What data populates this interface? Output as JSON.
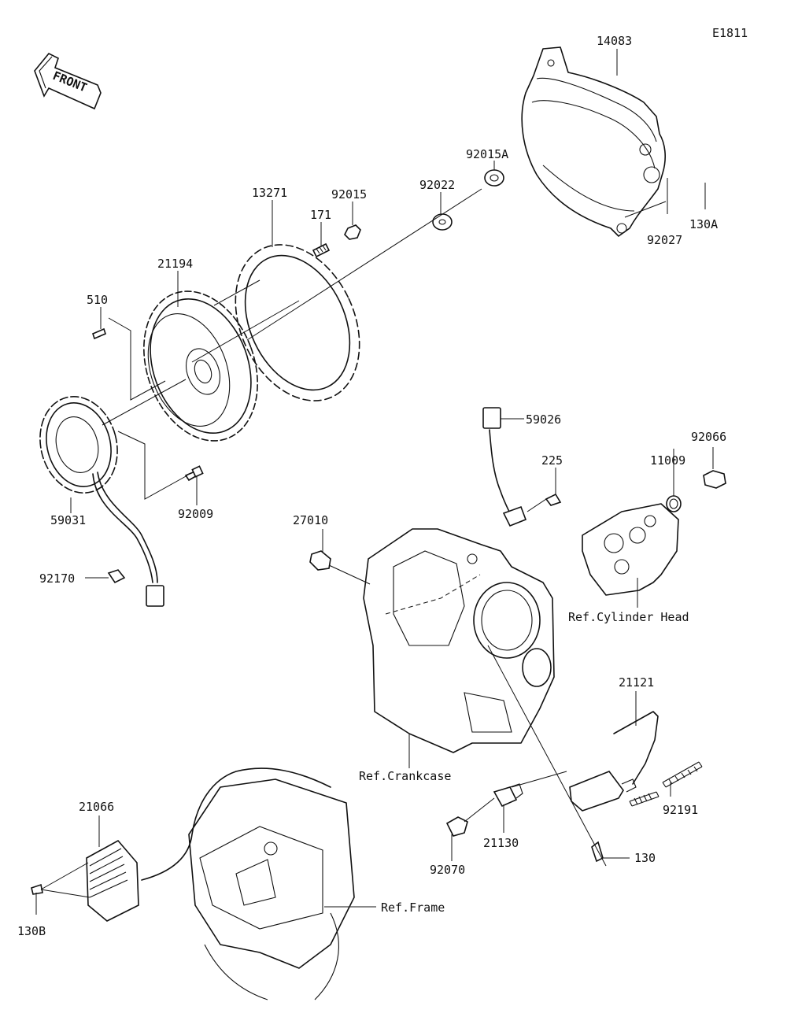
{
  "diagram_id": "E1811",
  "front_label": "FRONT",
  "parts": [
    {
      "key": "p14083",
      "number": "14083"
    },
    {
      "key": "p92015A",
      "number": "92015A"
    },
    {
      "key": "p92022",
      "number": "92022"
    },
    {
      "key": "p92015",
      "number": "92015"
    },
    {
      "key": "p171",
      "number": "171"
    },
    {
      "key": "p13271",
      "number": "13271"
    },
    {
      "key": "p130A",
      "number": "130A"
    },
    {
      "key": "p92027",
      "number": "92027"
    },
    {
      "key": "p21194",
      "number": "21194"
    },
    {
      "key": "p510",
      "number": "510"
    },
    {
      "key": "p59031",
      "number": "59031"
    },
    {
      "key": "p92009",
      "number": "92009"
    },
    {
      "key": "p92170",
      "number": "92170"
    },
    {
      "key": "p59026",
      "number": "59026"
    },
    {
      "key": "p225",
      "number": "225"
    },
    {
      "key": "p92066",
      "number": "92066"
    },
    {
      "key": "p11009",
      "number": "11009"
    },
    {
      "key": "p27010",
      "number": "27010"
    },
    {
      "key": "p21121",
      "number": "21121"
    },
    {
      "key": "p92191",
      "number": "92191"
    },
    {
      "key": "p21130",
      "number": "21130"
    },
    {
      "key": "p92070",
      "number": "92070"
    },
    {
      "key": "p130",
      "number": "130"
    },
    {
      "key": "p21066",
      "number": "21066"
    },
    {
      "key": "p130B",
      "number": "130B"
    }
  ],
  "references": {
    "cylinder_head": "Ref.Cylinder Head",
    "crankcase": "Ref.Crankcase",
    "frame": "Ref.Frame"
  }
}
